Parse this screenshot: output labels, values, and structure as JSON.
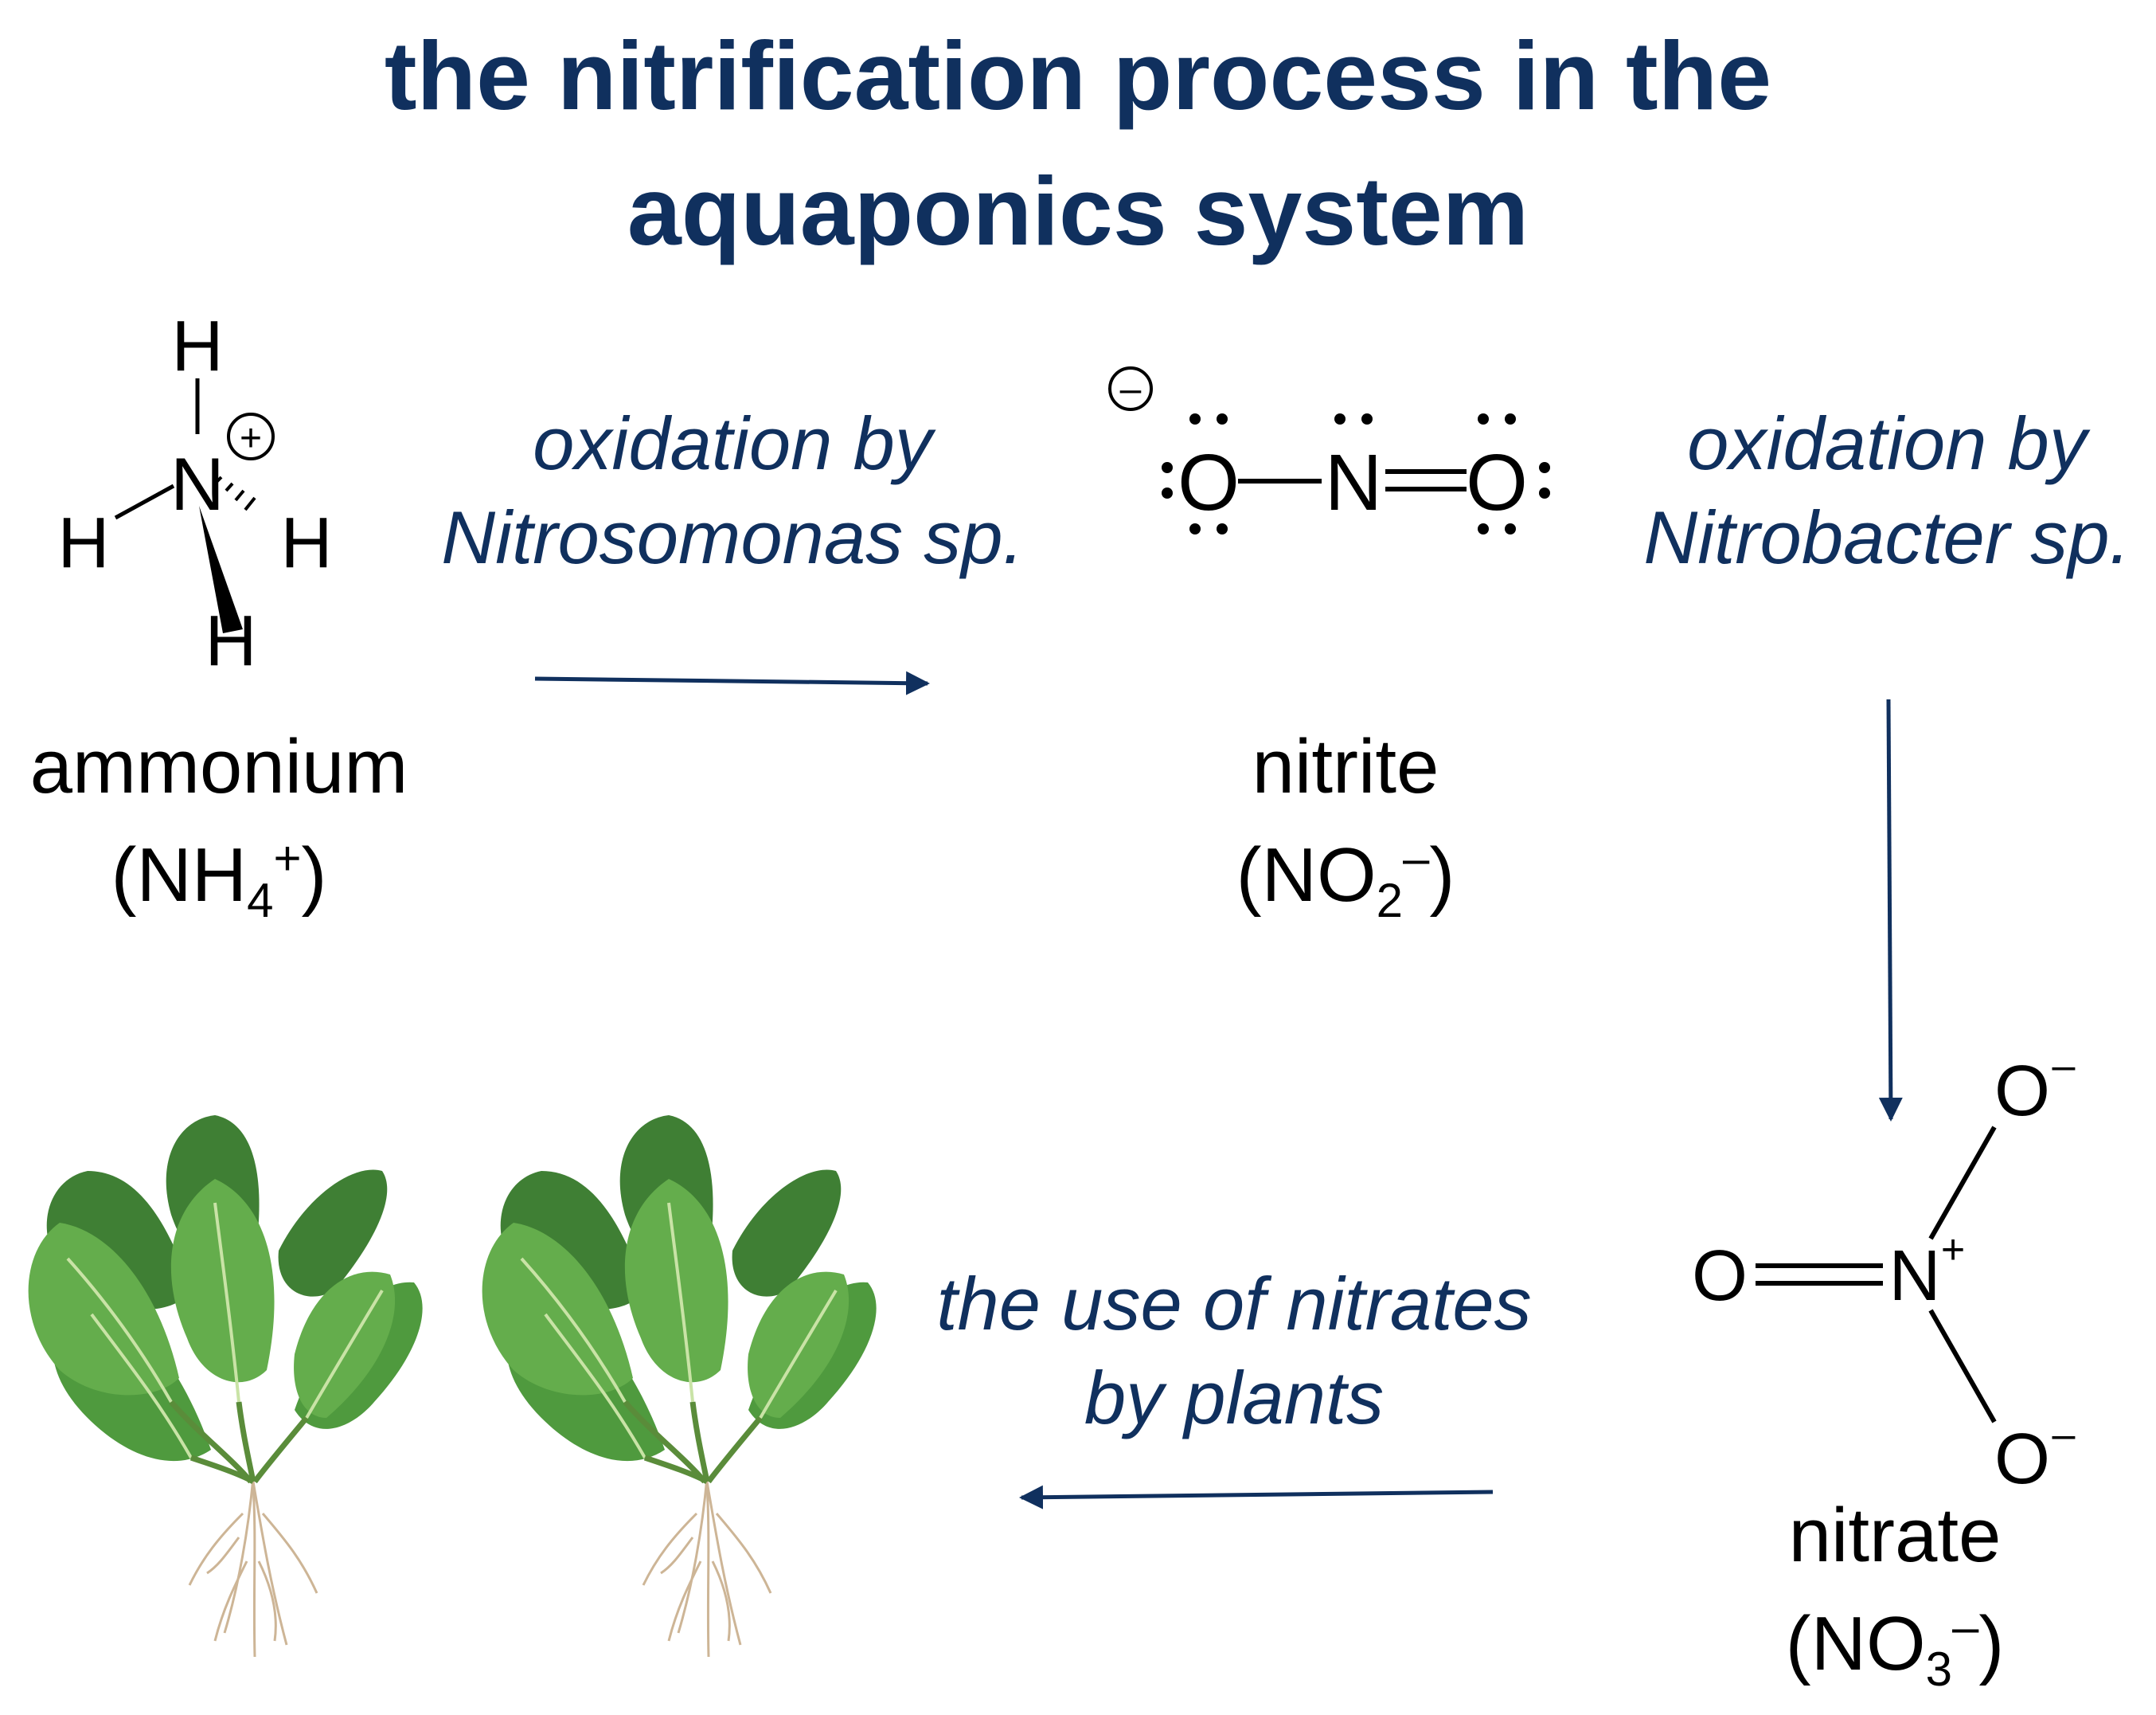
{
  "title": {
    "line1": "the nitrification process in the",
    "line2": "aquaponics system"
  },
  "steps": {
    "step1": {
      "line1": "oxidation by",
      "line2": "Nitrosomonas sp."
    },
    "step2": {
      "line1": "oxidation by",
      "line2": "Nitrobacter sp."
    },
    "step3": {
      "line1": "the use of nitrates",
      "line2": "by plants"
    }
  },
  "compounds": {
    "ammonium": {
      "name": "ammonium",
      "formula_base": "(NH",
      "formula_sub": "4",
      "formula_sup": "+",
      "formula_end": ")"
    },
    "nitrite": {
      "name": "nitrite",
      "formula_base": "(NO",
      "formula_sub": "2",
      "formula_sup": "–",
      "formula_end": ")"
    },
    "nitrate": {
      "name": "nitrate",
      "formula_base": "(NO",
      "formula_sub": "3",
      "formula_sup": "–",
      "formula_end": ")"
    }
  },
  "structures": {
    "ammonium": {
      "center": "N",
      "charge": "+",
      "h_top": "H",
      "h_left": "H",
      "h_right": "H",
      "h_bottom": "H"
    },
    "nitrite": {
      "charge": "–",
      "o_left": "O",
      "n": "N",
      "o_right": "O"
    },
    "nitrate": {
      "o_double": "O",
      "n": "N",
      "n_charge": "+",
      "o_top": "O",
      "o_top_charge": "–",
      "o_bottom": "O",
      "o_bottom_charge": "–"
    }
  },
  "colors": {
    "title": "#10305e",
    "caption": "#10305e",
    "arrow": "#10305e",
    "text": "#000000",
    "leaf_dark": "#3f7f34",
    "leaf_mid": "#4f9a3e",
    "leaf_light": "#64ad4c",
    "vein": "#c9e3a6",
    "stem": "#5a8c3a",
    "root": "#cdb596"
  },
  "icons": [
    "spinach-plant-icon",
    "spinach-plant-icon"
  ]
}
